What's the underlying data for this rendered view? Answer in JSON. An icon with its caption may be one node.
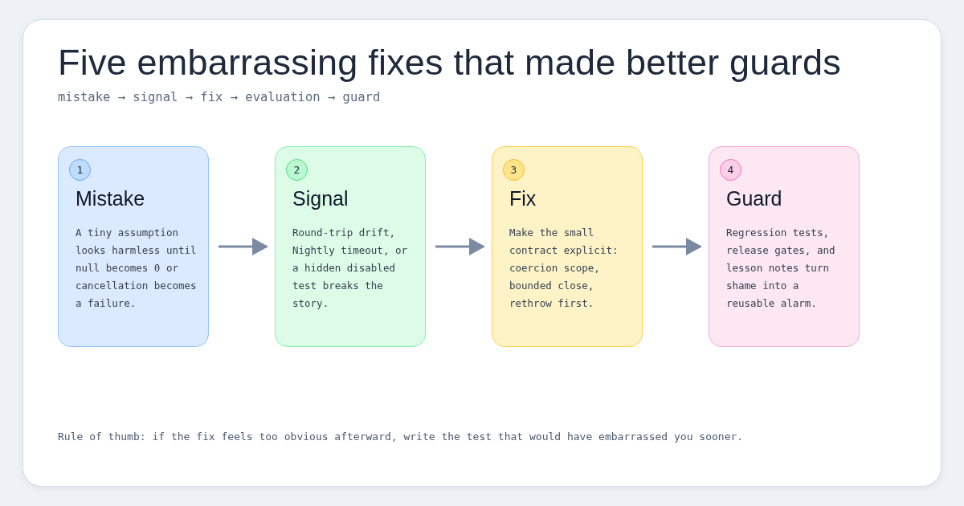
{
  "diagram": {
    "title": "Five embarrassing fixes that made better guards",
    "nodes": [
      {
        "text": [
          "1",
          "Mistake",
          "A tiny assumption looks harmless until null becomes 0 or cancellation becomes a failure."
        ]
      },
      {
        "text": [
          "2",
          "Signal",
          "Round-trip drift, Nightly timeout, or a hidden disabled test breaks the story."
        ]
      },
      {
        "text": [
          "3",
          "Fix",
          "Make the small contract explicit: coercion scope, bounded close, rethrow first."
        ]
      },
      {
        "text": [
          "4",
          "Guard",
          "Regression tests, release gates, and lesson notes turn shame into a reusable alarm."
        ]
      }
    ],
    "edges": [
      {
        "from": 0,
        "to": 1,
        "arrow": "to"
      },
      {
        "from": 1,
        "to": 2,
        "arrow": "to"
      },
      {
        "from": 2,
        "to": 3,
        "arrow": "to"
      }
    ],
    "labels": [
      "mistake → signal → fix → evaluation → guard",
      "Rule of thumb: if the fix feels too obvious afterward, write the test that would have embarrassed you sooner."
    ]
  }
}
